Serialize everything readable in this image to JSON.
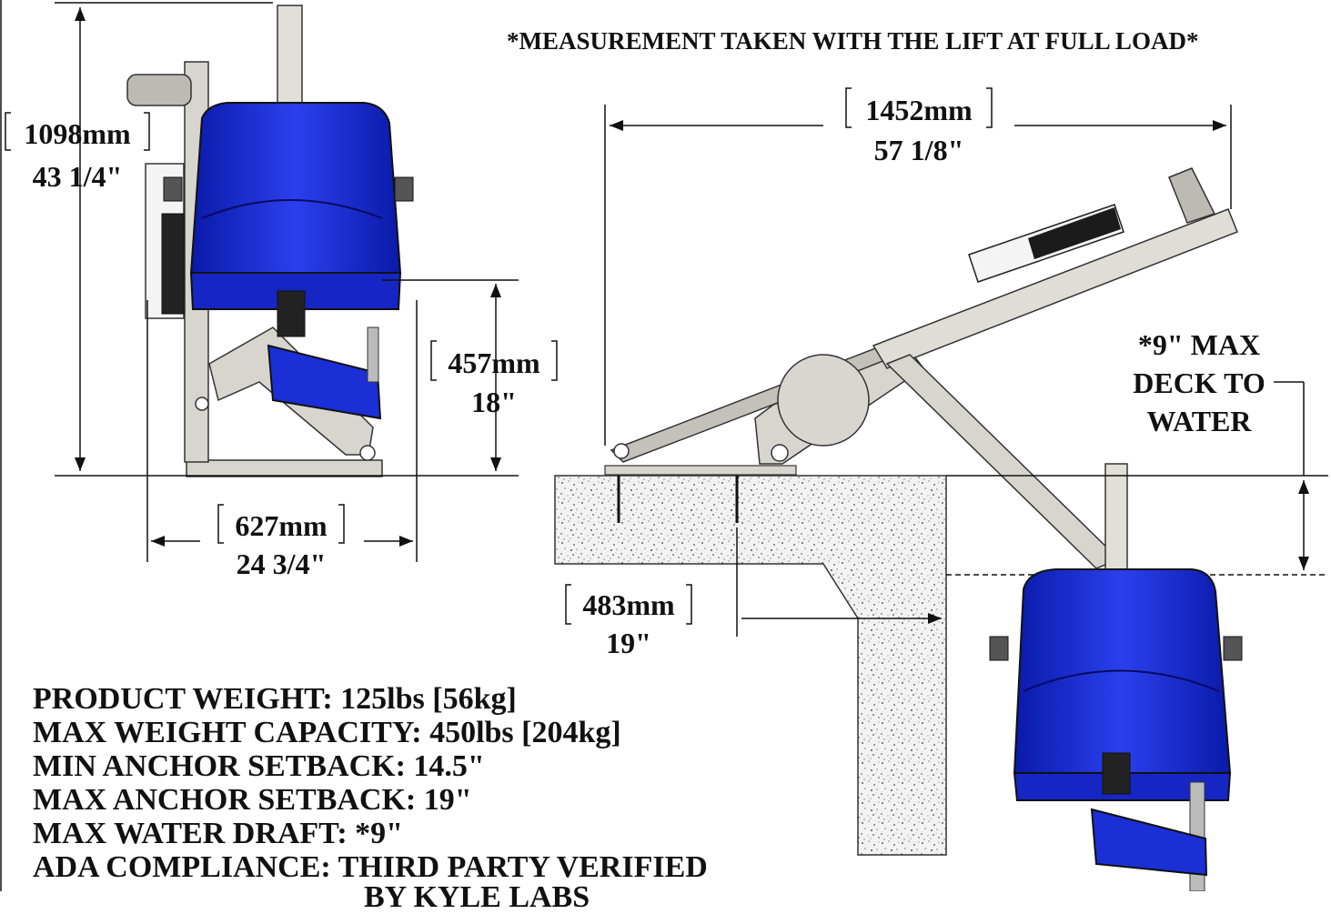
{
  "note": {
    "top": "*MEASUREMENT TAKEN WITH THE LIFT AT FULL LOAD*",
    "draft": [
      "*9\" MAX",
      "DECK TO",
      "WATER"
    ]
  },
  "dimensions": {
    "height": {
      "metric": "1098mm",
      "imperial": "43 1/4\""
    },
    "seat_height": {
      "metric": "457mm",
      "imperial": "18\""
    },
    "width": {
      "metric": "627mm",
      "imperial": "24 3/4\""
    },
    "reach": {
      "metric": "1452mm",
      "imperial": "57 1/8\""
    },
    "setback": {
      "metric": "483mm",
      "imperial": "19\""
    }
  },
  "specs": [
    "PRODUCT WEIGHT: 125lbs [56kg]",
    "MAX WEIGHT CAPACITY: 450lbs [204kg]",
    "MIN ANCHOR SETBACK: 14.5\"",
    "MAX ANCHOR SETBACK: 19\"",
    "MAX WATER DRAFT: *9\"",
    "ADA COMPLIANCE: THIRD PARTY VERIFIED",
    "BY KYLE LABS"
  ],
  "colors": {
    "seat": "#1a2fd6",
    "frame": "#d8d5cf",
    "deck": "#efefef",
    "line": "#111111"
  }
}
